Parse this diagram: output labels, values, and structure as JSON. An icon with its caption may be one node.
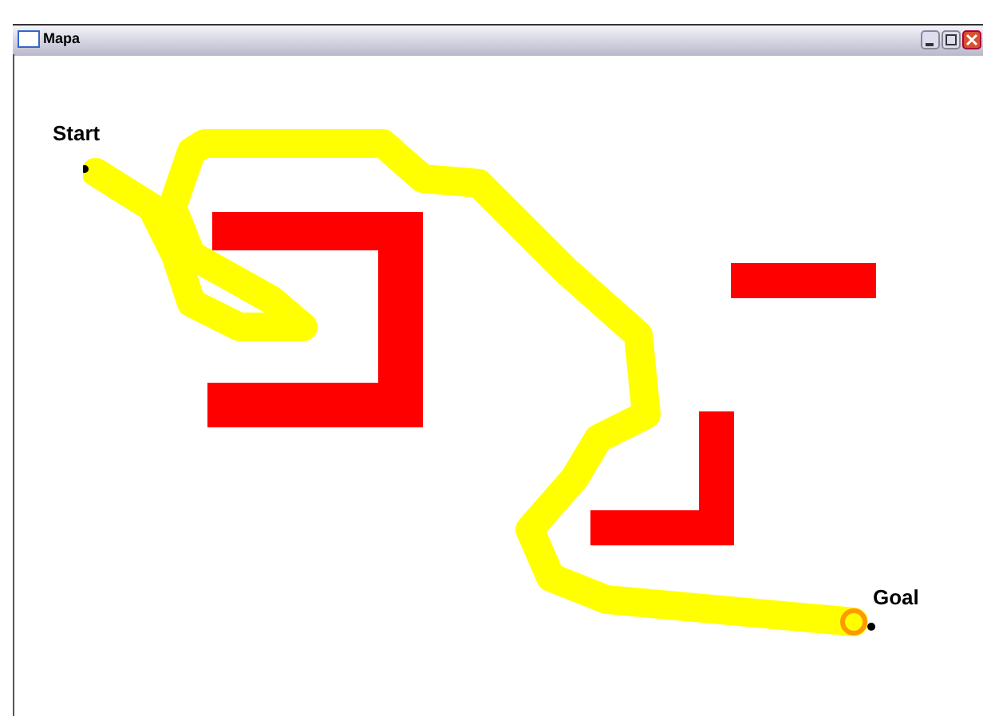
{
  "diagram": {
    "labels": [
      "Mapa",
      "Start",
      "Goal"
    ]
  }
}
